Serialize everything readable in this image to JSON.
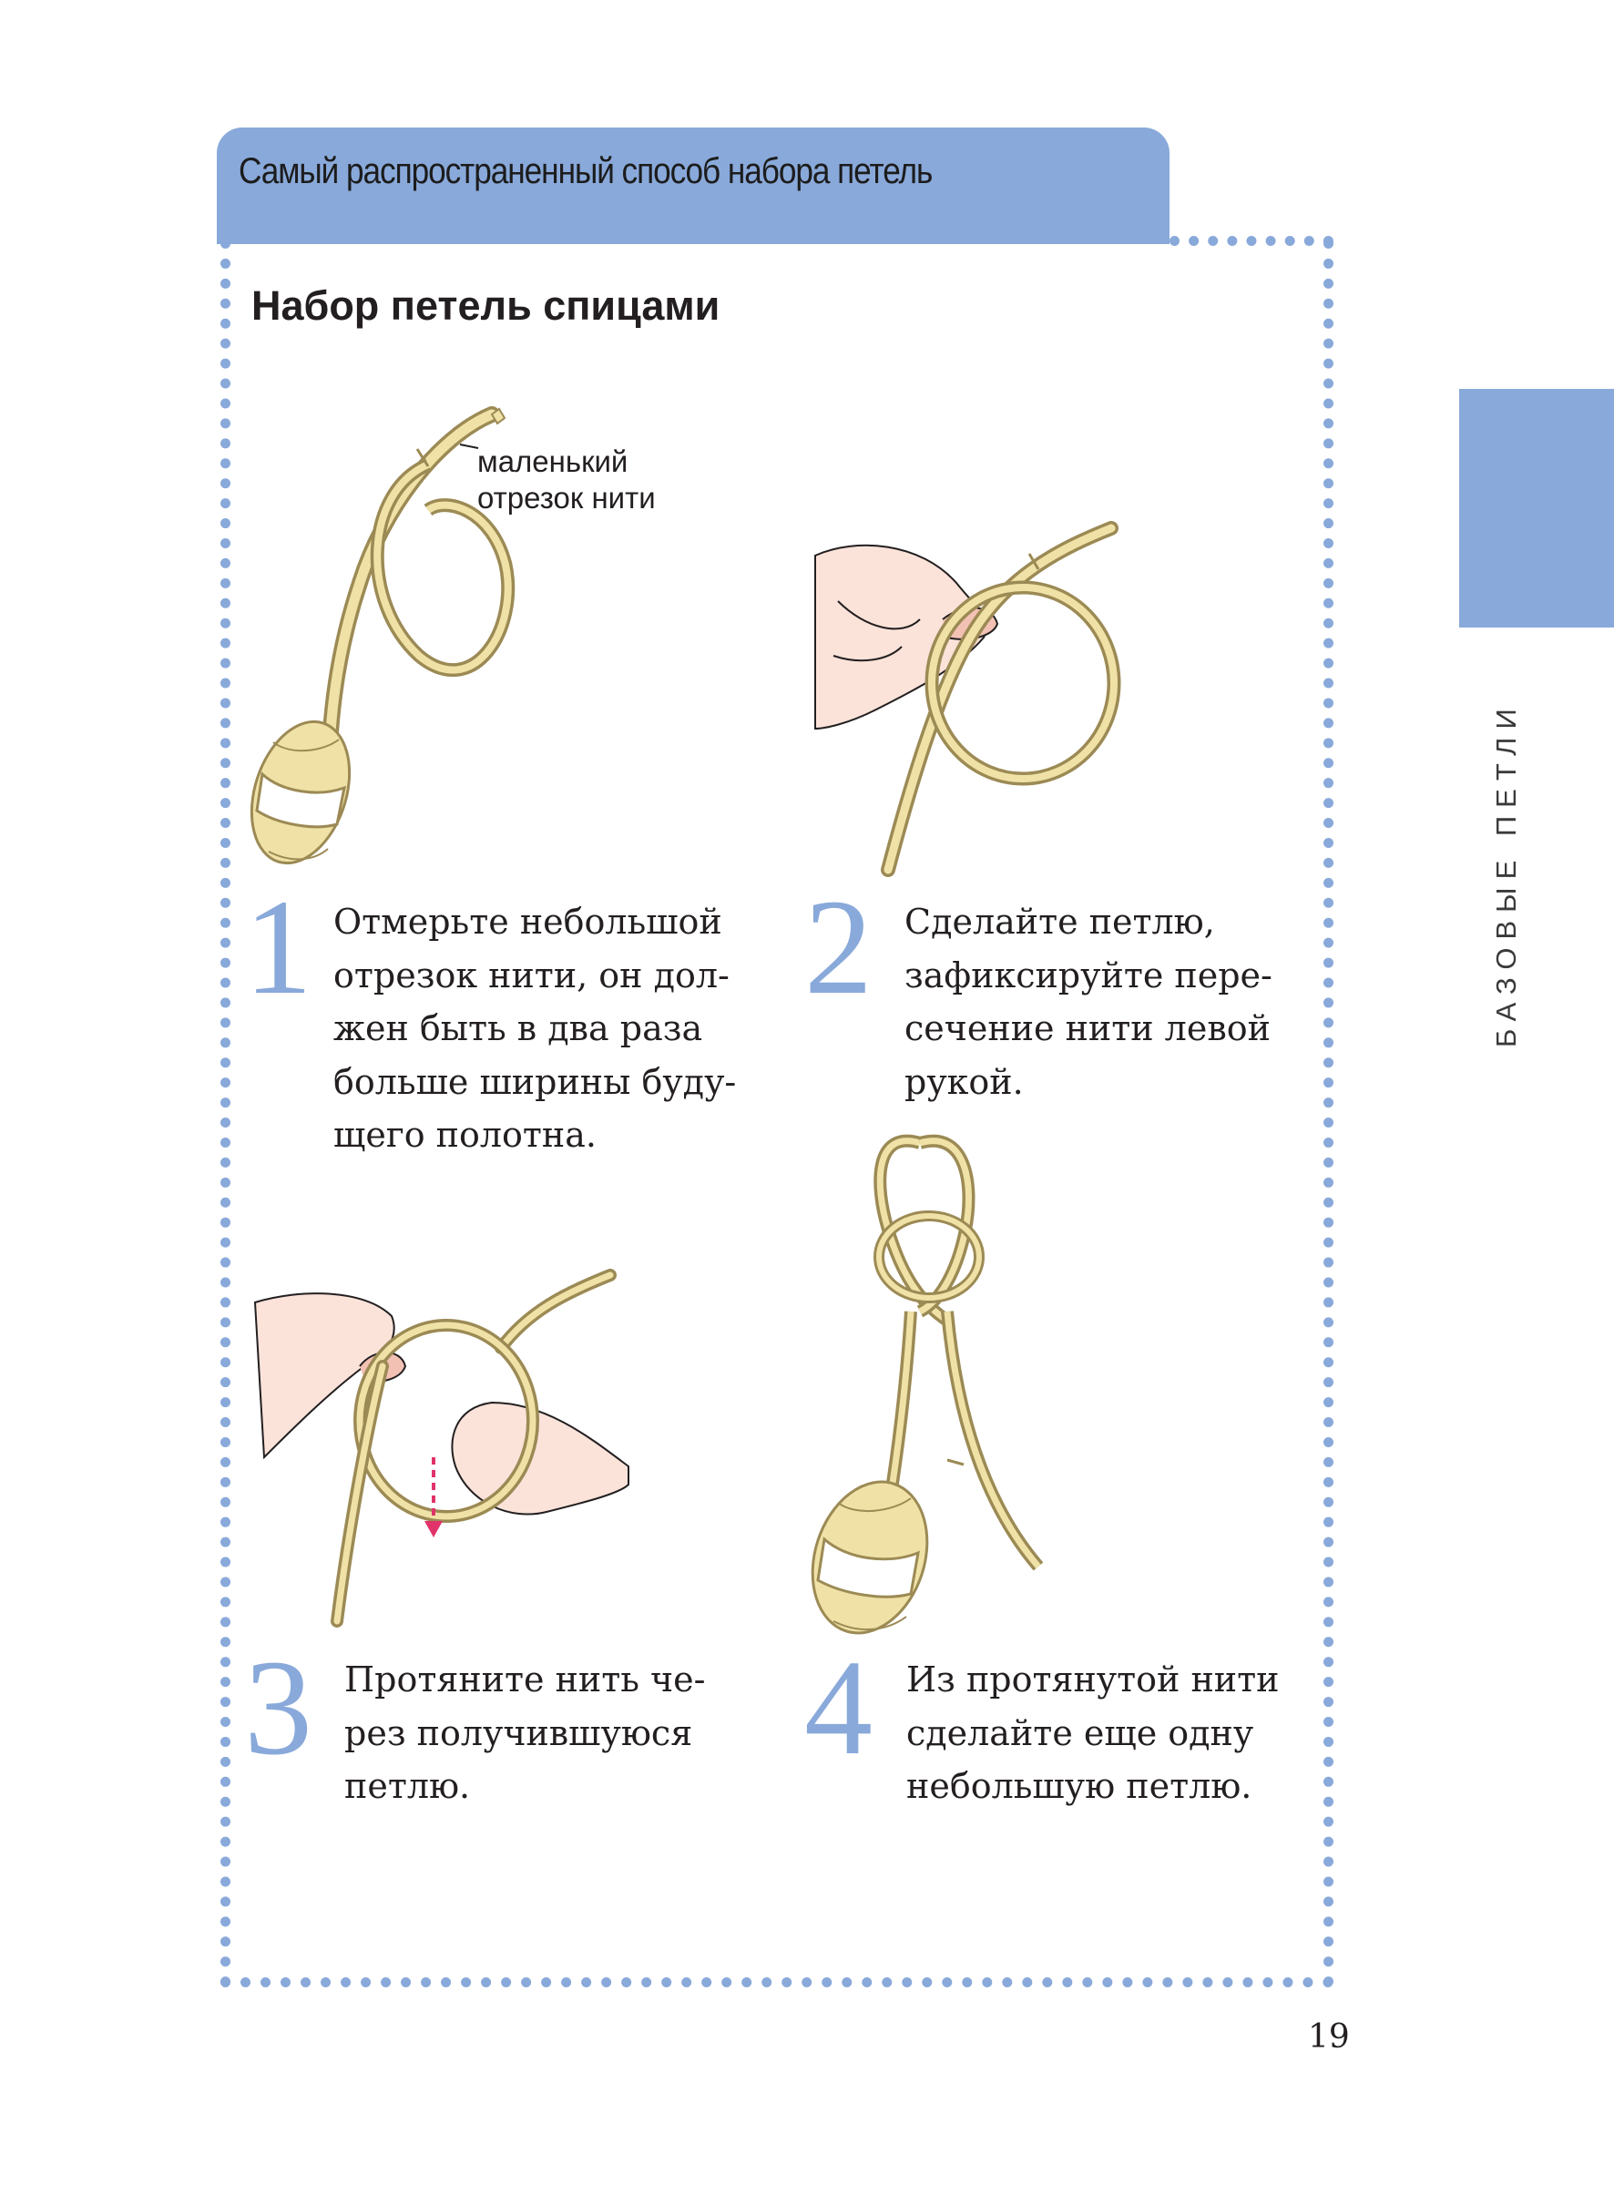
{
  "header": {
    "title": "Самый распространенный способ набора петель"
  },
  "section": {
    "title": "Набор петель спицами"
  },
  "side_tab": {
    "label": "БАЗОВЫЕ ПЕТЛИ"
  },
  "annotation": {
    "text": "маленький\nотрезок нити"
  },
  "steps": [
    {
      "number": "1",
      "text": "Отмерьте небольшой\nотрезок нити, он дол-\nжен быть в два раза\nбольше ширины буду-\nщего полотна."
    },
    {
      "number": "2",
      "text": "Сделайте петлю,\nзафиксируйте пере-\nсечение нити левой\nрукой."
    },
    {
      "number": "3",
      "text": "Протяните нить че-\nрез получившуюся\nпетлю."
    },
    {
      "number": "4",
      "text": "Из протянутой нити\nсделайте еще одну\nнебольшую петлю."
    }
  ],
  "page_number": "19",
  "colors": {
    "accent": "#89a9da",
    "yarn": "#f0e2a6",
    "yarn_outline": "#9c8a55",
    "skin": "#fbe3da",
    "arrow": "#e0336a"
  }
}
